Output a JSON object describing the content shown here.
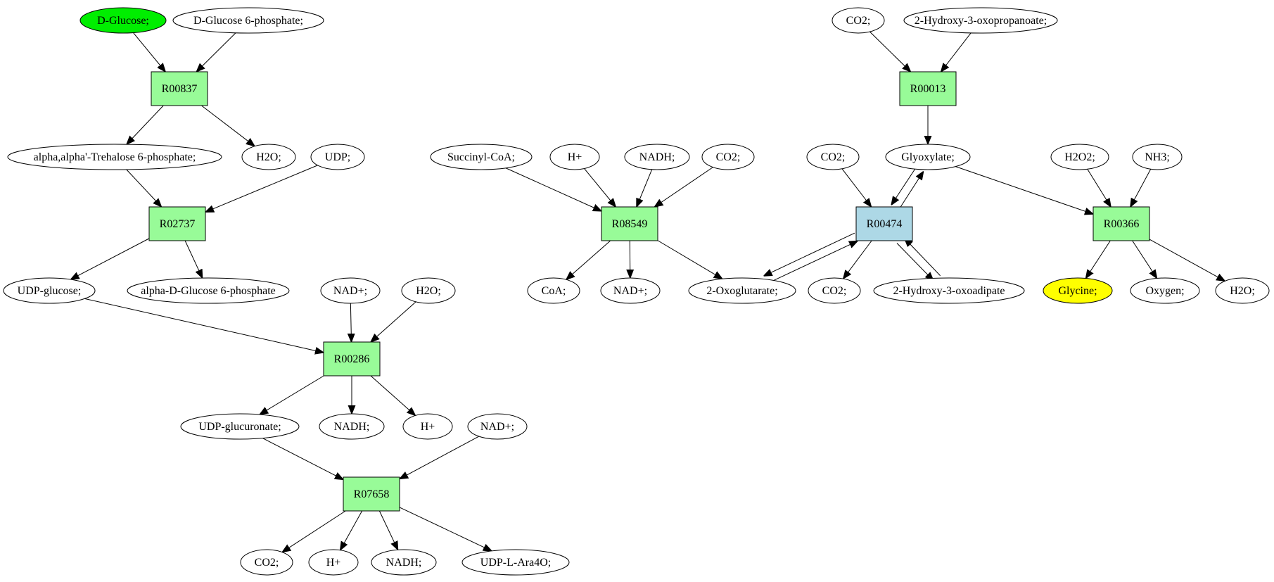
{
  "diagram": {
    "colors": {
      "reaction": "#98fb98",
      "reaction_highlight": "#add8e6",
      "compound": "#ffffff",
      "source": "#00ee00",
      "target": "#ffff00"
    },
    "nodes": {
      "glc": {
        "label": "D-Glucose;",
        "kind": "compound",
        "fill": "source"
      },
      "g6p": {
        "label": "D-Glucose 6-phosphate;",
        "kind": "compound"
      },
      "r837": {
        "label": "R00837",
        "kind": "reaction"
      },
      "treh": {
        "label": "alpha,alpha'-Trehalose 6-phosphate;",
        "kind": "compound"
      },
      "h2o_1": {
        "label": "H2O;",
        "kind": "compound"
      },
      "udp_1": {
        "label": "UDP;",
        "kind": "compound"
      },
      "r2737": {
        "label": "R02737",
        "kind": "reaction"
      },
      "udpglc": {
        "label": "UDP-glucose;",
        "kind": "compound"
      },
      "ag6p": {
        "label": "alpha-D-Glucose 6-phosphate",
        "kind": "compound"
      },
      "nadp_1": {
        "label": "NAD+;",
        "kind": "compound"
      },
      "h2o_2": {
        "label": "H2O;",
        "kind": "compound"
      },
      "r286": {
        "label": "R00286",
        "kind": "reaction"
      },
      "udpglcu": {
        "label": "UDP-glucuronate;",
        "kind": "compound"
      },
      "nadh_1": {
        "label": "NADH;",
        "kind": "compound"
      },
      "hp_1": {
        "label": "H+",
        "kind": "compound"
      },
      "nadp_2": {
        "label": "NAD+;",
        "kind": "compound"
      },
      "r7658": {
        "label": "R07658",
        "kind": "reaction"
      },
      "co2_1": {
        "label": "CO2;",
        "kind": "compound"
      },
      "hp_2": {
        "label": "H+",
        "kind": "compound"
      },
      "nadh_2": {
        "label": "NADH;",
        "kind": "compound"
      },
      "udpara": {
        "label": "UDP-L-Ara4O;",
        "kind": "compound"
      },
      "succ": {
        "label": "Succinyl-CoA;",
        "kind": "compound"
      },
      "hp_3": {
        "label": "H+",
        "kind": "compound"
      },
      "nadh_3": {
        "label": "NADH;",
        "kind": "compound"
      },
      "co2_2": {
        "label": "CO2;",
        "kind": "compound"
      },
      "r8549": {
        "label": "R08549",
        "kind": "reaction"
      },
      "coa": {
        "label": "CoA;",
        "kind": "compound"
      },
      "nadp_3": {
        "label": "NAD+;",
        "kind": "compound"
      },
      "oxog": {
        "label": "2-Oxoglutarate;",
        "kind": "compound"
      },
      "co2_3": {
        "label": "CO2;",
        "kind": "compound"
      },
      "hop": {
        "label": "2-Hydroxy-3-oxopropanoate;",
        "kind": "compound"
      },
      "r13": {
        "label": "R00013",
        "kind": "reaction"
      },
      "co2_4": {
        "label": "CO2;",
        "kind": "compound"
      },
      "glyox": {
        "label": "Glyoxylate;",
        "kind": "compound"
      },
      "r474": {
        "label": "R00474",
        "kind": "reaction",
        "fill": "reaction_highlight"
      },
      "co2_5": {
        "label": "CO2;",
        "kind": "compound"
      },
      "hoa": {
        "label": "2-Hydroxy-3-oxoadipate",
        "kind": "compound"
      },
      "h2o2": {
        "label": "H2O2;",
        "kind": "compound"
      },
      "nh3": {
        "label": "NH3;",
        "kind": "compound"
      },
      "r366": {
        "label": "R00366",
        "kind": "reaction"
      },
      "gly": {
        "label": "Glycine;",
        "kind": "compound",
        "fill": "target"
      },
      "oxy": {
        "label": "Oxygen;",
        "kind": "compound"
      },
      "h2o_3": {
        "label": "H2O;",
        "kind": "compound"
      }
    },
    "edges": [
      [
        "glc",
        "r837"
      ],
      [
        "g6p",
        "r837"
      ],
      [
        "r837",
        "treh"
      ],
      [
        "r837",
        "h2o_1"
      ],
      [
        "treh",
        "r2737"
      ],
      [
        "udp_1",
        "r2737"
      ],
      [
        "r2737",
        "udpglc"
      ],
      [
        "r2737",
        "ag6p"
      ],
      [
        "udpglc",
        "r286"
      ],
      [
        "nadp_1",
        "r286"
      ],
      [
        "h2o_2",
        "r286"
      ],
      [
        "r286",
        "udpglcu"
      ],
      [
        "r286",
        "nadh_1"
      ],
      [
        "r286",
        "hp_1"
      ],
      [
        "udpglcu",
        "r7658"
      ],
      [
        "nadp_2",
        "r7658"
      ],
      [
        "r7658",
        "co2_1"
      ],
      [
        "r7658",
        "hp_2"
      ],
      [
        "r7658",
        "nadh_2"
      ],
      [
        "r7658",
        "udpara"
      ],
      [
        "succ",
        "r8549"
      ],
      [
        "hp_3",
        "r8549"
      ],
      [
        "nadh_3",
        "r8549"
      ],
      [
        "co2_2",
        "r8549"
      ],
      [
        "r8549",
        "coa"
      ],
      [
        "r8549",
        "nadp_3"
      ],
      [
        "r8549",
        "oxog"
      ],
      [
        "co2_3",
        "r13"
      ],
      [
        "hop",
        "r13"
      ],
      [
        "r13",
        "glyox"
      ],
      [
        "co2_4",
        "r474"
      ],
      [
        "glyox",
        "r474"
      ],
      [
        "r474",
        "glyox"
      ],
      [
        "oxog",
        "r474"
      ],
      [
        "r474",
        "oxog"
      ],
      [
        "r474",
        "co2_5"
      ],
      [
        "r474",
        "hoa"
      ],
      [
        "hoa",
        "r474"
      ],
      [
        "glyox",
        "r366"
      ],
      [
        "h2o2",
        "r366"
      ],
      [
        "nh3",
        "r366"
      ],
      [
        "r366",
        "gly"
      ],
      [
        "r366",
        "oxy"
      ],
      [
        "r366",
        "h2o_3"
      ]
    ]
  }
}
